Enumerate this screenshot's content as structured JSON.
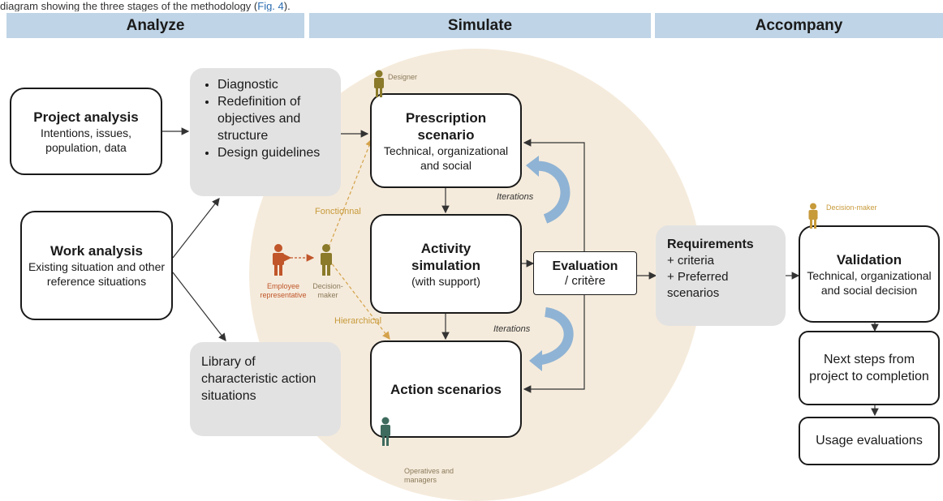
{
  "top_text": "diagram showing the three stages of the methodology (Fig. 4).",
  "top_link": "Fig. 4",
  "phases": {
    "analyze": "Analyze",
    "simulate": "Simulate",
    "accompany": "Accompany"
  },
  "project_analysis": {
    "title": "Project analysis",
    "subtitle": "Intentions, issues, population, data"
  },
  "work_analysis": {
    "title": "Work analysis",
    "subtitle": "Existing situation and other reference situations"
  },
  "diagnostic_list": [
    "Diagnostic",
    "Redefinition of objectives and structure",
    "Design guidelines"
  ],
  "library": "Library of characteristic action situations",
  "prescription": {
    "title": "Prescription scenario",
    "subtitle": "Technical, organizational and social"
  },
  "activity": {
    "title": "Activity simulation",
    "subtitle": "(with support)"
  },
  "action": {
    "title": "Action scenarios"
  },
  "evaluation": {
    "title": "Evaluation",
    "subtitle": "/ critère"
  },
  "iterations_1": "Iterations",
  "iterations_2": "Iterations",
  "requirements": {
    "title": "Requirements",
    "lines": [
      "+ criteria",
      "+ Preferred scenarios"
    ]
  },
  "validation": {
    "title": "Validation",
    "subtitle": "Technical, organizational and social decision"
  },
  "next_steps": "Next steps from project to completion",
  "usage": "Usage evaluations",
  "people": {
    "designer": "Designer",
    "employee": "Employee representative",
    "decision_maker_center": "Decision-maker",
    "decision_maker_right": "Decision-maker",
    "operatives": "Operatives and managers"
  },
  "links": {
    "fonctionnal": "Fonctionnal",
    "hierarchical": "Hierarchical"
  },
  "colors": {
    "phase_bar": "#bfd4e6",
    "circle": "#f5ebdc",
    "grey_box": "#e2e2e2",
    "arrow_blue": "#8fb3d4",
    "person_olive": "#8a7a2a",
    "person_orange": "#c0562a",
    "person_teal": "#3e6b5e",
    "dashed": "#d4a24a"
  }
}
